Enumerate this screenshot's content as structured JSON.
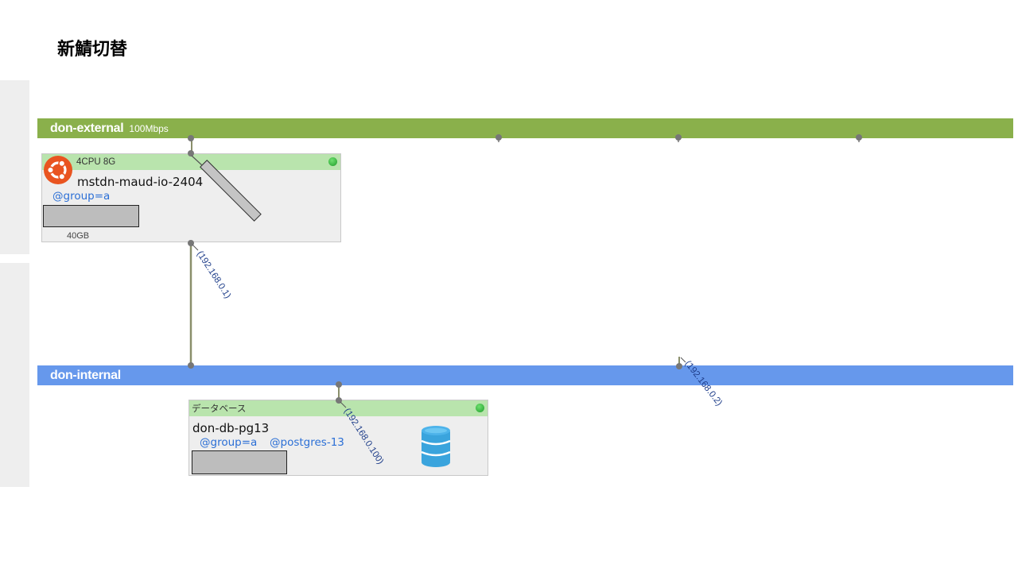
{
  "page": {
    "title": "新鯖切替"
  },
  "networks": {
    "external": {
      "name": "don-external",
      "bandwidth": "100Mbps",
      "color": "#8ab04b"
    },
    "internal": {
      "name": "don-internal",
      "color": "#6698ec"
    }
  },
  "servers": {
    "web": {
      "spec": "4CPU 8G",
      "name": "mstdn-maud-io-2404",
      "tags": [
        "@group=a"
      ],
      "disk": "40GB",
      "os_icon": "ubuntu-icon",
      "status": "running",
      "internal_ip": "(192.168.0.1)"
    },
    "db": {
      "label": "データベース",
      "name": "don-db-pg13",
      "tags": [
        "@group=a",
        "@postgres-13"
      ],
      "icon": "database-icon",
      "status": "running",
      "internal_ip": "(192.168.0.100)"
    }
  },
  "connectors": {
    "extra_internal_ip": "(192.168.0.2)"
  },
  "colors": {
    "tag": "#2b6fd6",
    "node_header": "#b9e4ad",
    "ip_label": "#1f3e8a"
  }
}
